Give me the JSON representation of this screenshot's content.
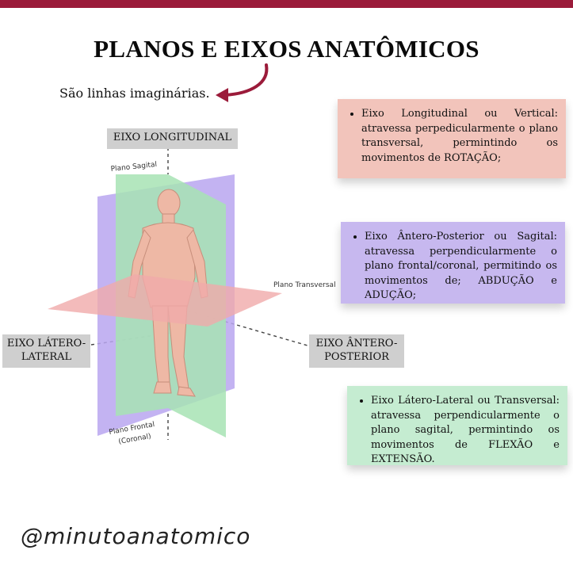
{
  "header": {
    "title": "PLANOS E EIXOS ANATÔMICOS",
    "subtitle": "São linhas imaginárias.",
    "accent_color": "#9b1b3a"
  },
  "figure": {
    "plane_sagittal_label": "Plano Sagital",
    "plane_transverse_label": "Plano Transversal",
    "plane_frontal_label_1": "Plano Frontal",
    "plane_frontal_label_2": "(Coronal)",
    "sagittal_color": "#a7e3b4",
    "frontal_color": "#b8a6f0",
    "transverse_color": "#f0aaaa"
  },
  "axes": {
    "longitudinal": "EIXO LONGITUDINAL",
    "latero_lateral": "EIXO LÁTERO-\nLATERAL",
    "antero_posterior": "EIXO ÂNTERO-\nPOSTERIOR"
  },
  "cards": [
    {
      "text": "Eixo Longitudinal ou Vertical: atravessa perpedicularmente o plano transversal, permintindo os movimentos de ROTAÇÃO;",
      "color": "#f2c4bb"
    },
    {
      "text": "Eixo Ântero-Posterior ou Sagital: atravessa perpendicularmente o plano frontal/coronal, permitindo os movimentos de; ABDUÇÃO e ADUÇÃO;",
      "color": "#c7b8ef"
    },
    {
      "text": "Eixo Látero-Lateral ou Transversal: atravessa perpendicularmente o plano sagital, permintindo os movimentos de FLEXÃO e EXTENSÃO.",
      "color": "#c5ecd1"
    }
  ],
  "footer": {
    "handle": "@minutoanatomico"
  }
}
